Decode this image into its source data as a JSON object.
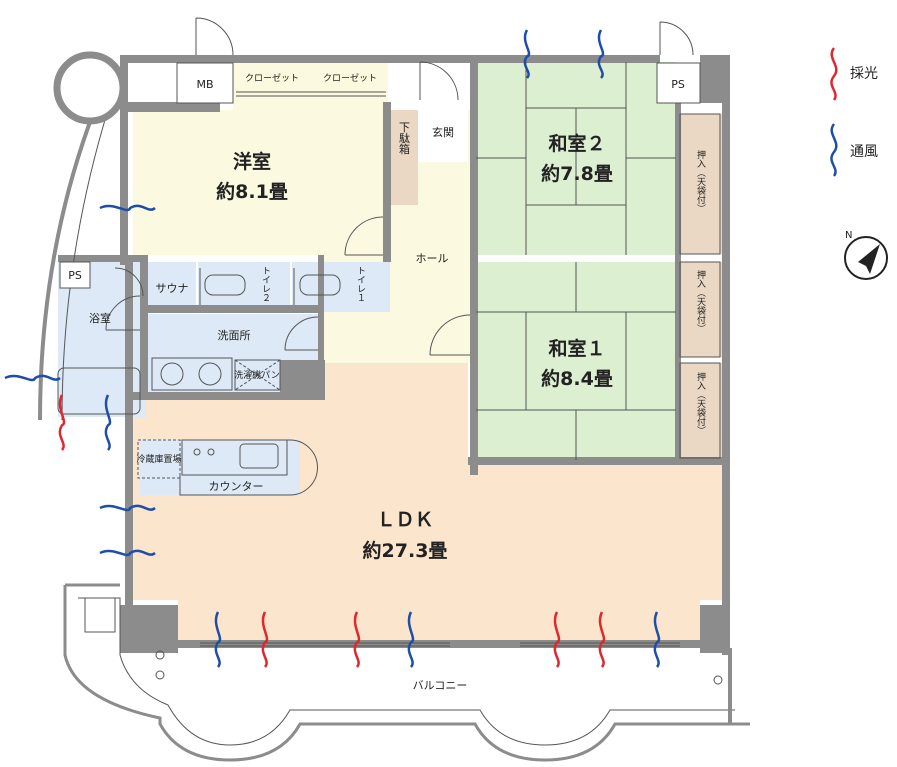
{
  "rooms": {
    "youshitsu": {
      "name": "洋室",
      "size": "約8.1畳"
    },
    "washitsu2": {
      "name": "和室２",
      "size": "約7.8畳"
    },
    "washitsu1": {
      "name": "和室１",
      "size": "約8.4畳"
    },
    "ldk": {
      "name": "ＬＤＫ",
      "size": "約27.3畳"
    },
    "hall": "ホール",
    "genkan": "玄関",
    "shoebox": "下駄箱",
    "mb": "MB",
    "ps_top": "PS",
    "ps_left": "PS",
    "closet1": "クローゼット",
    "closet2": "クローゼット",
    "sauna": "サウナ",
    "bath": "浴室",
    "washroom": "洗面所",
    "laundry": "洗濯機パン",
    "toilet2": "トイレ２",
    "toilet1": "トイレ１",
    "fridge": "冷蔵庫置場",
    "counter": "カウンター",
    "balcony": "バルコニー",
    "oshiire_top": "押入（天袋付）",
    "oshiire_mid": "押入（天袋付）",
    "oshiire_bot": "押入（天袋付）"
  },
  "legend": {
    "light": "採光",
    "wind": "通風",
    "light_color": "#e0262f",
    "wind_color": "#1f4ea8"
  },
  "compass_label": "N",
  "colors": {
    "youshitsu": "#fbf9e0",
    "washitsu": "#dcefd1",
    "ldk": "#fbe5cc",
    "hall": "#fbf9e0",
    "wet": "#dde9f7",
    "oshiire": "#ead8c4",
    "wall": "#8c8c8c"
  }
}
